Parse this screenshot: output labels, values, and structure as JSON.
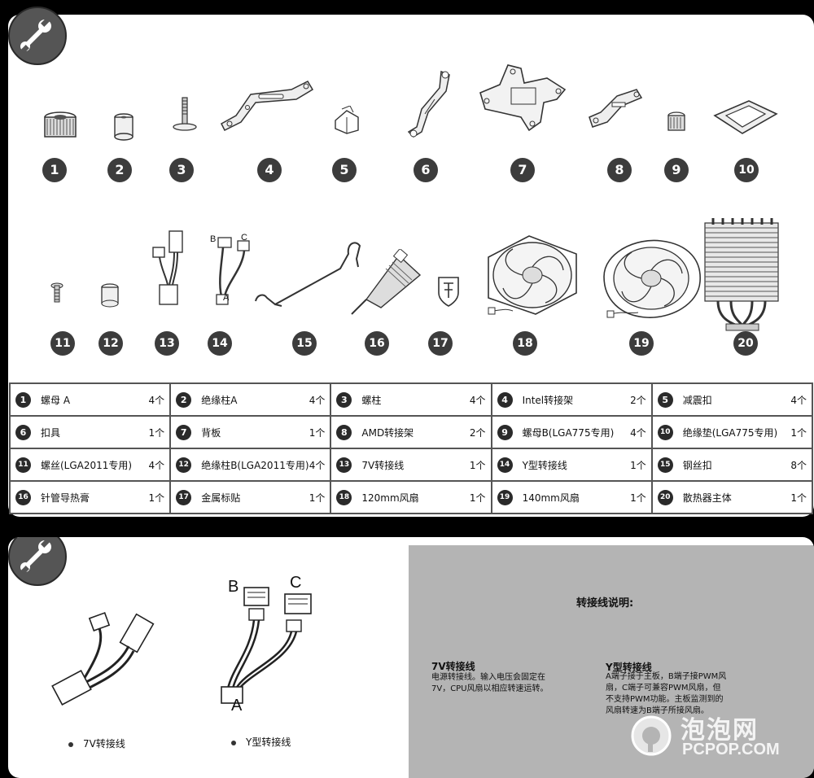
{
  "parts": {
    "numbers": [
      "1",
      "2",
      "3",
      "4",
      "5",
      "6",
      "7",
      "8",
      "9",
      "10",
      "11",
      "12",
      "13",
      "14",
      "15",
      "16",
      "17",
      "18",
      "19",
      "20"
    ],
    "callouts": {
      "b": "B",
      "c": "C",
      "a": "A"
    }
  },
  "table": {
    "rows": [
      [
        {
          "num": "1",
          "name": "螺母 A",
          "qty": "4个"
        },
        {
          "num": "2",
          "name": "绝缘柱A",
          "qty": "4个"
        },
        {
          "num": "3",
          "name": "螺柱",
          "qty": "4个"
        },
        {
          "num": "4",
          "name": "Intel转接架",
          "qty": "2个"
        },
        {
          "num": "5",
          "name": "减震扣",
          "qty": "4个"
        }
      ],
      [
        {
          "num": "6",
          "name": "扣具",
          "qty": "1个"
        },
        {
          "num": "7",
          "name": "背板",
          "qty": "1个"
        },
        {
          "num": "8",
          "name": "AMD转接架",
          "qty": "2个"
        },
        {
          "num": "9",
          "name": "螺母B(LGA775专用)",
          "qty": "4个"
        },
        {
          "num": "10",
          "name": "绝缘垫(LGA775专用)",
          "qty": "1个"
        }
      ],
      [
        {
          "num": "11",
          "name": "螺丝(LGA2011专用)",
          "qty": "4个"
        },
        {
          "num": "12",
          "name": "绝缘柱B(LGA2011专用)",
          "qty": "4个"
        },
        {
          "num": "13",
          "name": "7V转接线",
          "qty": "1个"
        },
        {
          "num": "14",
          "name": "Y型转接线",
          "qty": "1个"
        },
        {
          "num": "15",
          "name": "钢丝扣",
          "qty": "8个"
        }
      ],
      [
        {
          "num": "16",
          "name": "针管导热膏",
          "qty": "1个"
        },
        {
          "num": "17",
          "name": "金属标贴",
          "qty": "1个"
        },
        {
          "num": "18",
          "name": "120mm风扇",
          "qty": "1个"
        },
        {
          "num": "19",
          "name": "140mm风扇",
          "qty": "1个"
        },
        {
          "num": "20",
          "name": "散热器主体",
          "qty": "1个"
        }
      ]
    ]
  },
  "bottom": {
    "cable_7v_caption": "7V转接线",
    "cable_y_caption": "Y型转接线",
    "letters": {
      "b": "B",
      "c": "C",
      "a": "A"
    },
    "info": {
      "heading": "转接线说明:",
      "v7_title": "7V转接线",
      "v7_desc": [
        "电源转接线。输入电压会固定在",
        "7V，CPU风扇以相应转速运转。"
      ],
      "y_title": "Y型转接线",
      "y_desc": [
        "A端子接于主板，B端子接PWM风",
        "扇，C端子可兼容PWM风扇，但",
        "不支持PWM功能。主板监测到的",
        "风扇转速为B端子所接风扇。"
      ]
    },
    "watermark": {
      "cn": "泡泡网",
      "en": "PCPOP.COM"
    }
  },
  "colors": {
    "background": "#000000",
    "panel": "#ffffff",
    "badge": "#3c3c3c",
    "info_box": "#b4b4b4"
  }
}
